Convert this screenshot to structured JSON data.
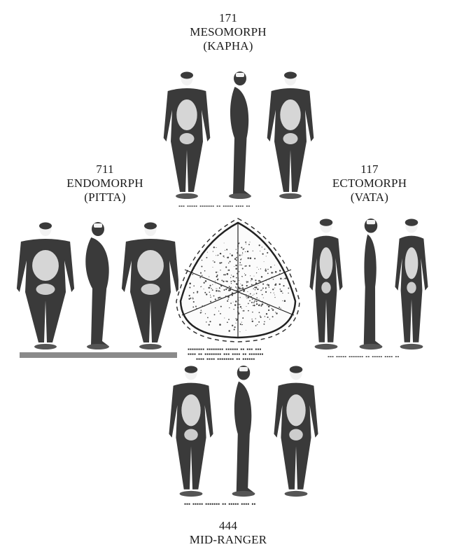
{
  "groups": {
    "mesomorph": {
      "number": "171",
      "name": "MESOMORPH",
      "dosha": "(KAPHA)"
    },
    "endomorph": {
      "number": "711",
      "name": "ENDOMORPH",
      "dosha": "(PITTA)"
    },
    "ectomorph": {
      "number": "117",
      "name": "ECTOMORPH",
      "dosha": "(VATA)"
    },
    "midranger": {
      "number": "444",
      "name": "MID-RANGER"
    }
  },
  "figure": {
    "body_color": "#3a3a3a",
    "highlight_color": "#f2f2f2",
    "dot_color": "#444444"
  }
}
